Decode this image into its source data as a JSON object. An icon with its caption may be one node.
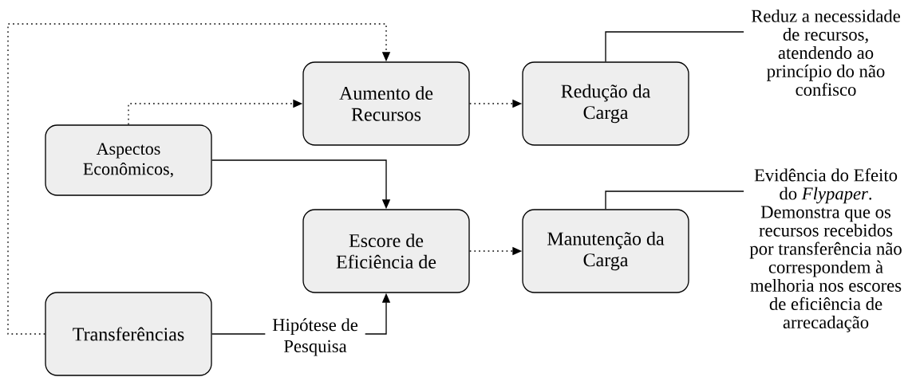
{
  "diagram": {
    "nodes": [
      {
        "text": [
          "Aspectos Econômicos,"
        ]
      },
      {
        "text": [
          "Transferências"
        ]
      },
      {
        "text": [
          "Aumento de Recursos"
        ]
      },
      {
        "text": [
          "Escore de Eficiência de"
        ]
      },
      {
        "text": [
          "Redução da Carga"
        ]
      },
      {
        "text": [
          "Manutenção da Carga"
        ]
      },
      {
        "text": [
          "Reduz a necessidade de recursos, atendendo ao princípio do não confisco"
        ]
      },
      {
        "text": [
          "Evidência do Efeito do *Flypaper*. Demonstra que os recursos recebidos por transferência não correspondem à melhoria nos escores de eficiência de arrecadação"
        ]
      }
    ],
    "edges": [
      {
        "from": 1,
        "to": 2,
        "arrow": "to",
        "style": "dashed"
      },
      {
        "from": 0,
        "to": 2,
        "arrow": "to",
        "style": "dashed"
      },
      {
        "from": 0,
        "to": 3,
        "arrow": "to"
      },
      {
        "from": 1,
        "to": 3,
        "arrow": "to",
        "label": "Hipótese de Pesquisa"
      },
      {
        "from": 2,
        "to": 4,
        "arrow": "to",
        "style": "dashed"
      },
      {
        "from": 3,
        "to": 5,
        "arrow": "to",
        "style": "dashed"
      },
      {
        "from": 4,
        "to": 6,
        "arrow": "none"
      },
      {
        "from": 5,
        "to": 7,
        "arrow": "none"
      }
    ]
  }
}
